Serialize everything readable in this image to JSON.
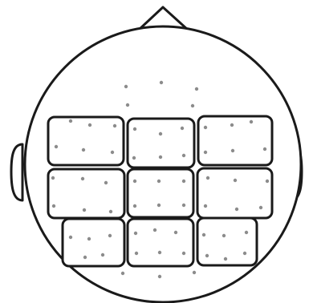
{
  "diagram": {
    "kind": "scalp electrode layout",
    "outline_color": "#1a1a1a",
    "electrode_color": "#8c8c8c",
    "fill_color": "#ffffff",
    "regions": {
      "count": 9,
      "rows": 3,
      "columns": 3
    }
  }
}
